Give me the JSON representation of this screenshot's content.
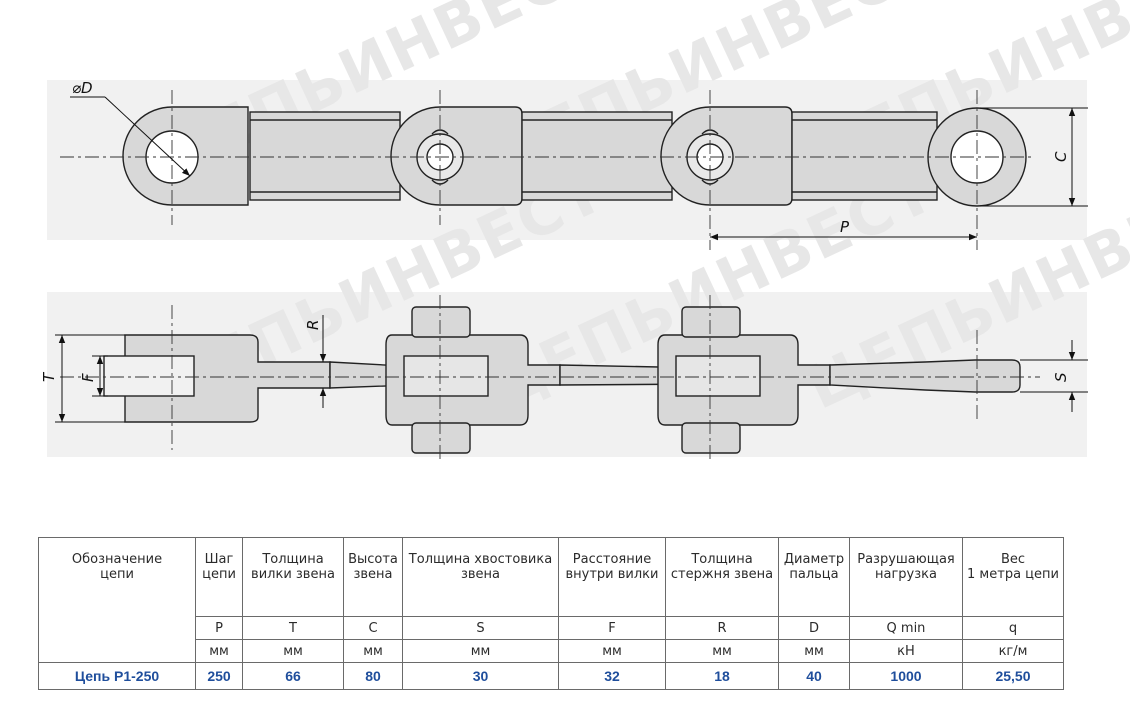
{
  "watermark": "ЦЕПЬИНВЕСТ",
  "dimension_labels": {
    "diameter": "⌀D",
    "pitch": "P",
    "height": "C",
    "fork_thickness": "T",
    "inside_fork": "F",
    "rod_thickness": "R",
    "shank_thickness": "S"
  },
  "table": {
    "headers": [
      "Обозначение\nцепи",
      "Шаг\nцепи",
      "Толщина\nвилки звена",
      "Высота\nзвена",
      "Толщина хвостовика\nзвена",
      "Расстояние\nвнутри вилки",
      "Толщина\nстержня звена",
      "Диаметр\nпальца",
      "Разрушающая\nнагрузка",
      "Вес\n1 метра цепи"
    ],
    "symbols": [
      "P",
      "T",
      "C",
      "S",
      "F",
      "R",
      "D",
      "Q min",
      "q"
    ],
    "units": [
      "мм",
      "мм",
      "мм",
      "мм",
      "мм",
      "мм",
      "мм",
      "кН",
      "кг/м"
    ],
    "row": [
      "Цепь Р1-250",
      "250",
      "66",
      "80",
      "30",
      "32",
      "18",
      "40",
      "1000",
      "25,50"
    ]
  }
}
